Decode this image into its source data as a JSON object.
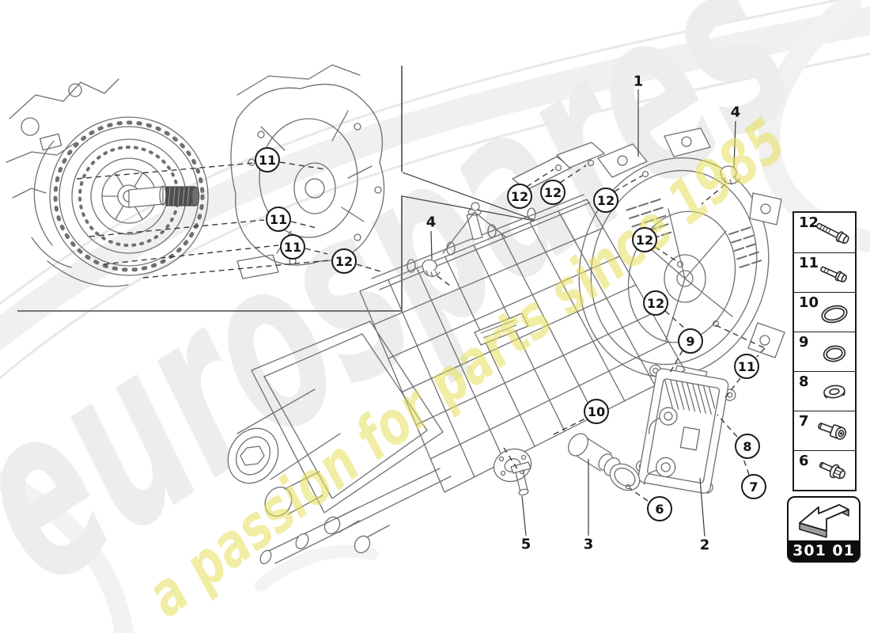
{
  "watermark": {
    "brand": "eurospares",
    "tagline": "a passion for parts since 1985",
    "brand_color": "#ededed",
    "tagline_color": "#e7df5a"
  },
  "inset": {
    "callouts": [
      {
        "label": "11"
      },
      {
        "label": "11"
      },
      {
        "label": "11"
      },
      {
        "label": "12"
      }
    ]
  },
  "main": {
    "circled_callouts": [
      {
        "label": "12"
      },
      {
        "label": "12"
      },
      {
        "label": "12"
      },
      {
        "label": "12"
      },
      {
        "label": "12"
      },
      {
        "label": "9"
      },
      {
        "label": "11"
      },
      {
        "label": "10"
      },
      {
        "label": "8"
      },
      {
        "label": "7"
      },
      {
        "label": "6"
      }
    ],
    "plain_callouts": [
      {
        "label": "1"
      },
      {
        "label": "4"
      },
      {
        "label": "4"
      },
      {
        "label": "2"
      },
      {
        "label": "5"
      },
      {
        "label": "3"
      }
    ]
  },
  "legend": {
    "items": [
      {
        "num": "12",
        "icon": "bolt-long-icon"
      },
      {
        "num": "11",
        "icon": "bolt-short-icon"
      },
      {
        "num": "10",
        "icon": "seal-ring-large-icon"
      },
      {
        "num": "9",
        "icon": "seal-ring-icon"
      },
      {
        "num": "8",
        "icon": "washer-icon"
      },
      {
        "num": "7",
        "icon": "socket-head-bolt-icon"
      },
      {
        "num": "6",
        "icon": "hex-flange-bolt-icon"
      }
    ]
  },
  "badge": {
    "code": "301 01"
  },
  "colors": {
    "drawing_line": "#6f6f6f",
    "leader_line": "#3a3a3a",
    "callout_border": "#1c1c1c"
  }
}
